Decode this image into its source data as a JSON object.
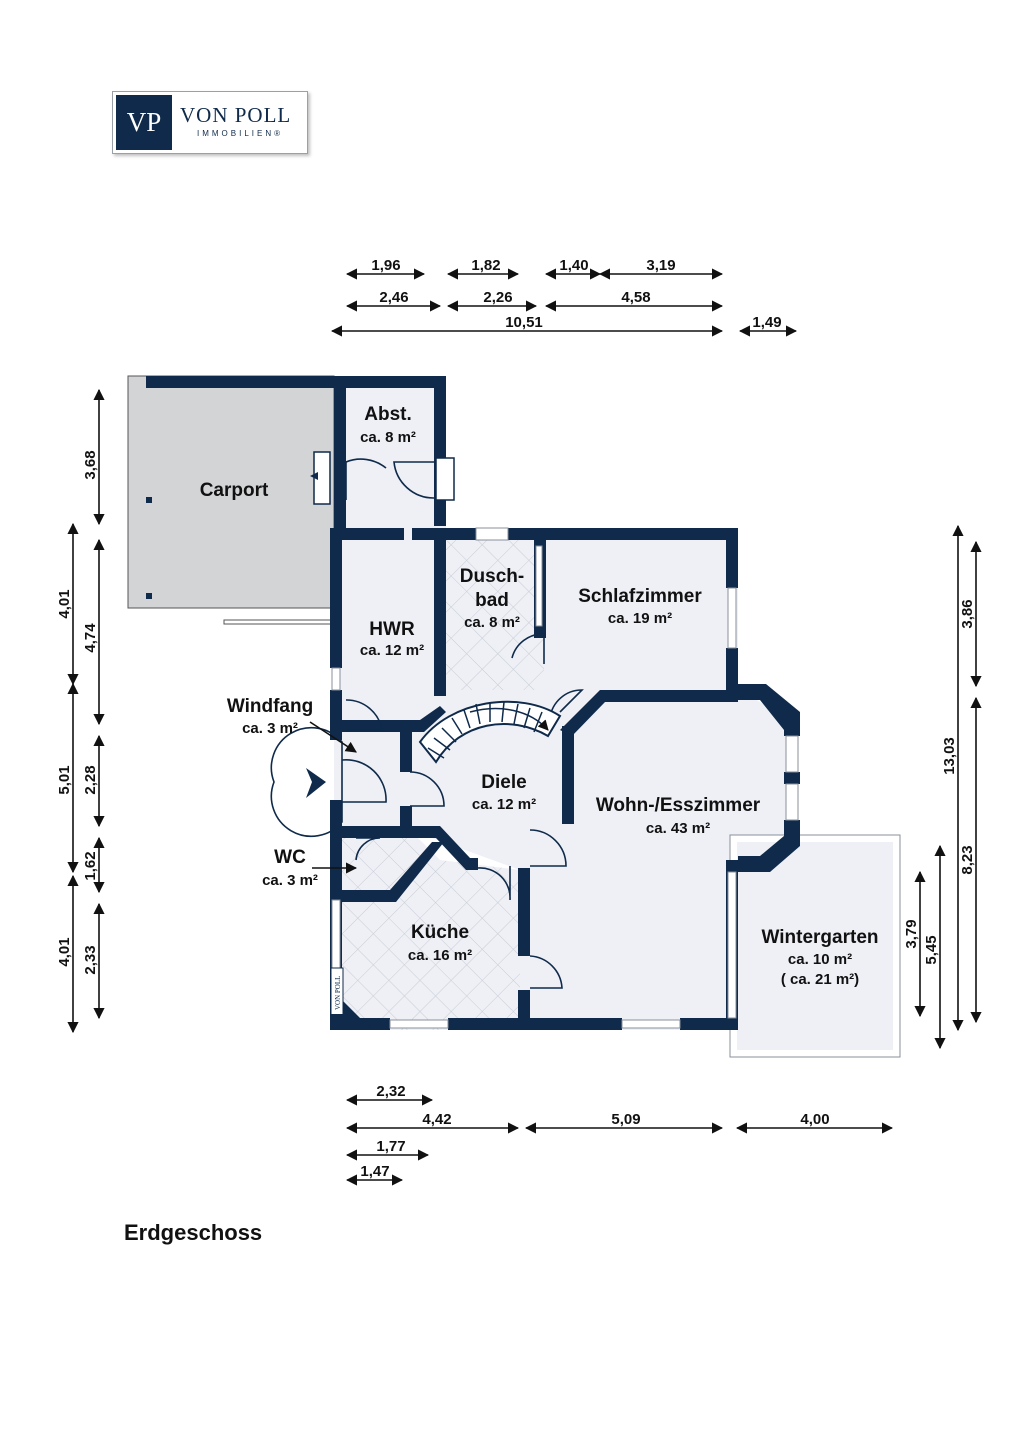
{
  "logo": {
    "mark": "VP",
    "name": "VON POLL",
    "sub": "IMMOBILIEN®",
    "small_name": "VON POLL"
  },
  "floor_title": "Erdgeschoss",
  "rooms": {
    "abst": {
      "name": "Abst.",
      "area": "ca. 8 m²"
    },
    "carport": {
      "name": "Carport"
    },
    "duschbad": {
      "name1": "Dusch-",
      "name2": "bad",
      "area": "ca. 8 m²"
    },
    "schlafzimmer": {
      "name": "Schlafzimmer",
      "area": "ca. 19 m²"
    },
    "hwr": {
      "name": "HWR",
      "area": "ca. 12 m²"
    },
    "windfang": {
      "name": "Windfang",
      "area": "ca. 3 m²"
    },
    "diele": {
      "name": "Diele",
      "area": "ca. 12 m²"
    },
    "wohn": {
      "name": "Wohn-/Esszimmer",
      "area": "ca. 43 m²"
    },
    "wc": {
      "name": "WC",
      "area": "ca. 3 m²"
    },
    "kueche": {
      "name": "Küche",
      "area": "ca. 16 m²"
    },
    "wintergarten": {
      "name": "Wintergarten",
      "area": "ca. 10 m²",
      "area2": "( ca. 21 m²)"
    }
  },
  "dims": {
    "top_row1": [
      "1,96",
      "1,82",
      "1,40",
      "3,19"
    ],
    "top_row2": [
      "2,46",
      "2,26",
      "4,58"
    ],
    "top_row3": [
      "10,51",
      "1,49"
    ],
    "bottom_row1": [
      "2,32"
    ],
    "bottom_row2": [
      "4,42",
      "5,09",
      "4,00"
    ],
    "bottom_row3": [
      "1,77"
    ],
    "bottom_row4": [
      "1,47"
    ],
    "left_outer": [
      "4,01",
      "5,01",
      "4,01"
    ],
    "left_inner": [
      "3,68",
      "4,74",
      "2,28",
      "1,62",
      "2,33"
    ],
    "right": [
      "3,79",
      "5,45",
      "13,03",
      "3,86",
      "8,23"
    ]
  },
  "colors": {
    "wall": "#0f2a4a",
    "floor": "#eef0f6",
    "carport": "#d3d4d6"
  }
}
